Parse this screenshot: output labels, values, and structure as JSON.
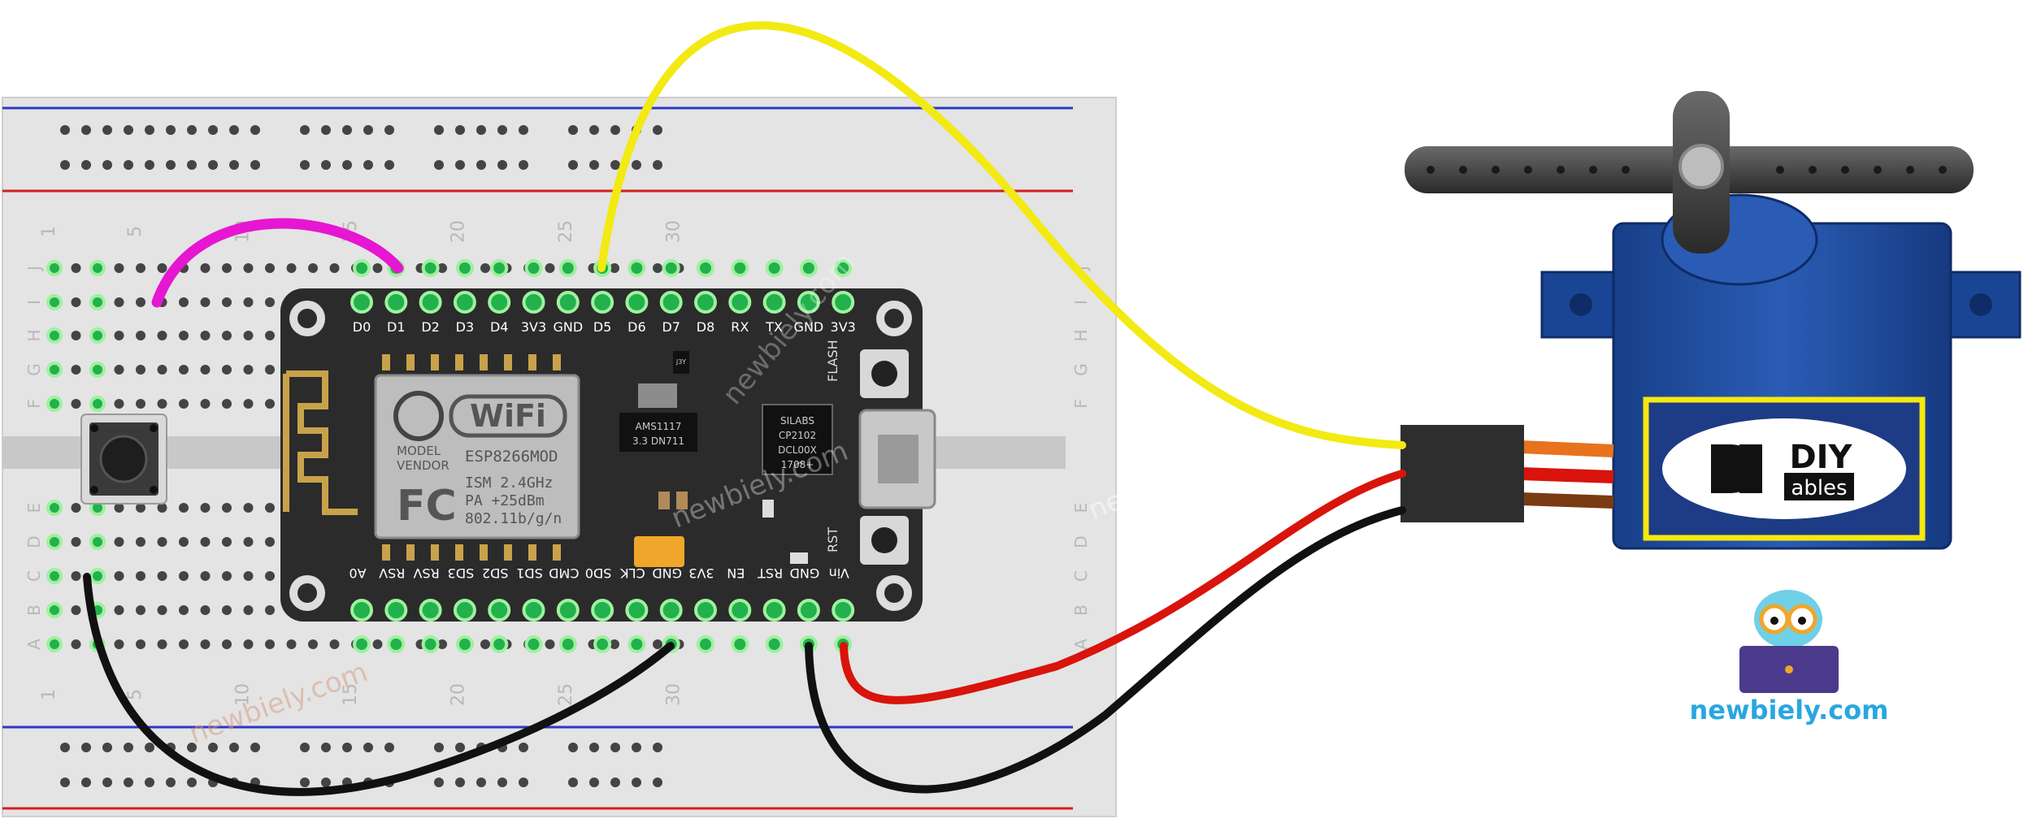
{
  "board": {
    "top_pins": [
      "D0",
      "D1",
      "D2",
      "D3",
      "D4",
      "3V3",
      "GND",
      "D5",
      "D6",
      "D7",
      "D8",
      "RX",
      "TX",
      "GND",
      "3V3"
    ],
    "bottom_pins": [
      "A0",
      "RSV",
      "RSV",
      "SD3",
      "SD2",
      "SD1",
      "CMD",
      "SD0",
      "CLK",
      "GND",
      "3V3",
      "EN",
      "RST",
      "GND",
      "Vin"
    ],
    "module": {
      "wifi_label": "WiFi",
      "model_label": "MODEL",
      "vendor_label": "VENDOR",
      "model_name": "ESP8266MOD",
      "fc_label": "FC",
      "spec1": "ISM 2.4GHz",
      "spec2": "PA  +25dBm",
      "spec3": "802.11b/g/n"
    },
    "regulator_line1": "AMS1117",
    "regulator_line2": "3.3  DN711",
    "usb_chip_line1": "SILABS",
    "usb_chip_line2": "CP2102",
    "usb_chip_line3": "DCL00X",
    "usb_chip_line4": "1708+",
    "flash_label": "FLASH",
    "rst_label": "RST",
    "j3y_label": "J3Y"
  },
  "breadboard": {
    "column_numbers": [
      "1",
      "5",
      "10",
      "15",
      "20",
      "25",
      "30"
    ],
    "row_letters_top": [
      "J",
      "I",
      "H",
      "G",
      "F"
    ],
    "row_letters_bottom": [
      "E",
      "D",
      "C",
      "B",
      "A"
    ]
  },
  "servo": {
    "logo_diy": "DIY",
    "logo_ables": "ables"
  },
  "watermark": "newbiely.com",
  "brand": "newbiely.com",
  "colors": {
    "signal_wire": "#f2ea12",
    "power_wire": "#d8140c",
    "ground_wire": "#111111",
    "button_wire": "#e616d2",
    "board": "#2b2b2b",
    "servo_body": "#1f4ea0",
    "brand_text": "#2aa6e0"
  }
}
